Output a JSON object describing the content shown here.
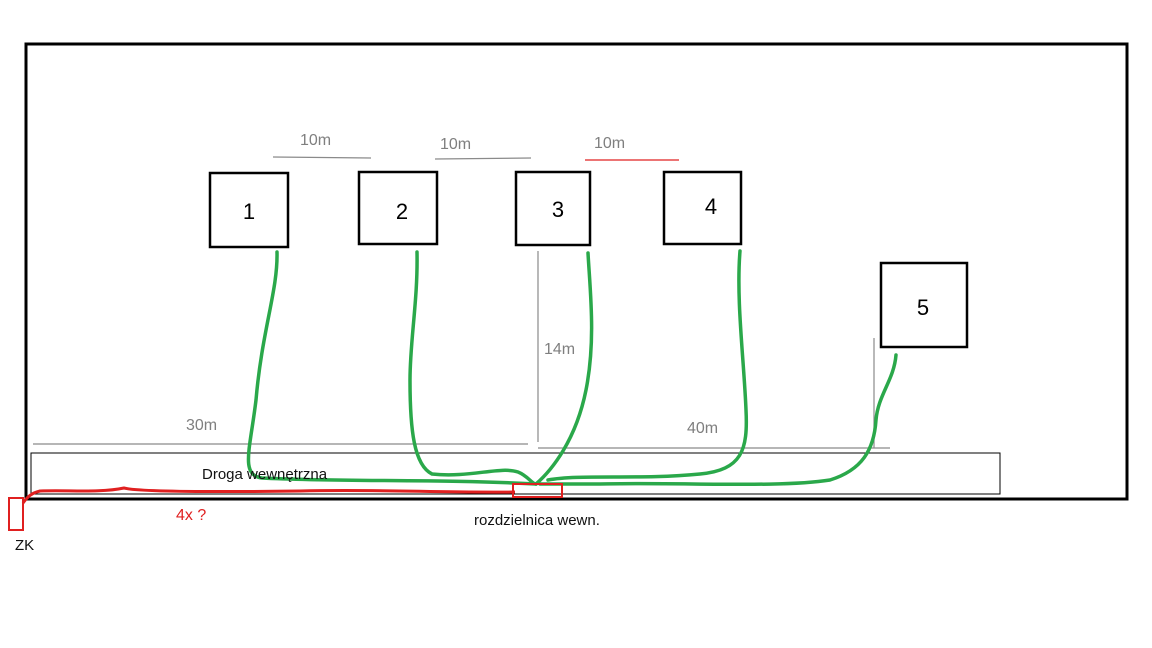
{
  "colors": {
    "outline": "#000000",
    "cable": "#2aa84a",
    "supply": "#e02020",
    "dimension": "#8a8a8a"
  },
  "buildings": [
    {
      "label": "1"
    },
    {
      "label": "2"
    },
    {
      "label": "3"
    },
    {
      "label": "4"
    },
    {
      "label": "5"
    }
  ],
  "dimensions": {
    "d12": "10m",
    "d23": "10m",
    "d34": "10m",
    "d3_road": "14m",
    "left_span": "30m",
    "right_span": "40m"
  },
  "road_label": "Droga wewnętrzna",
  "distribution_label": "rozdzielnica wewn.",
  "zk_label": "ZK",
  "supply_label": "4x ?"
}
